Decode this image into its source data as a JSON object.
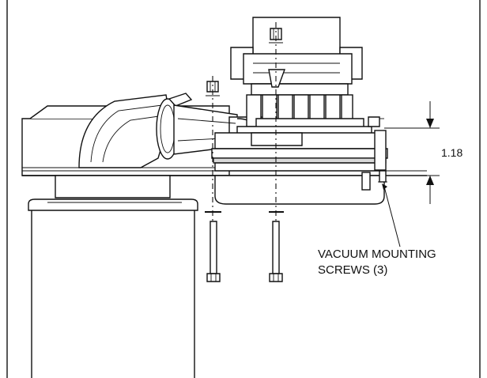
{
  "dimension": {
    "value_label": "1.18"
  },
  "callout": {
    "line1": "VACUUM MOUNTING",
    "line2": "SCREWS (3)"
  }
}
